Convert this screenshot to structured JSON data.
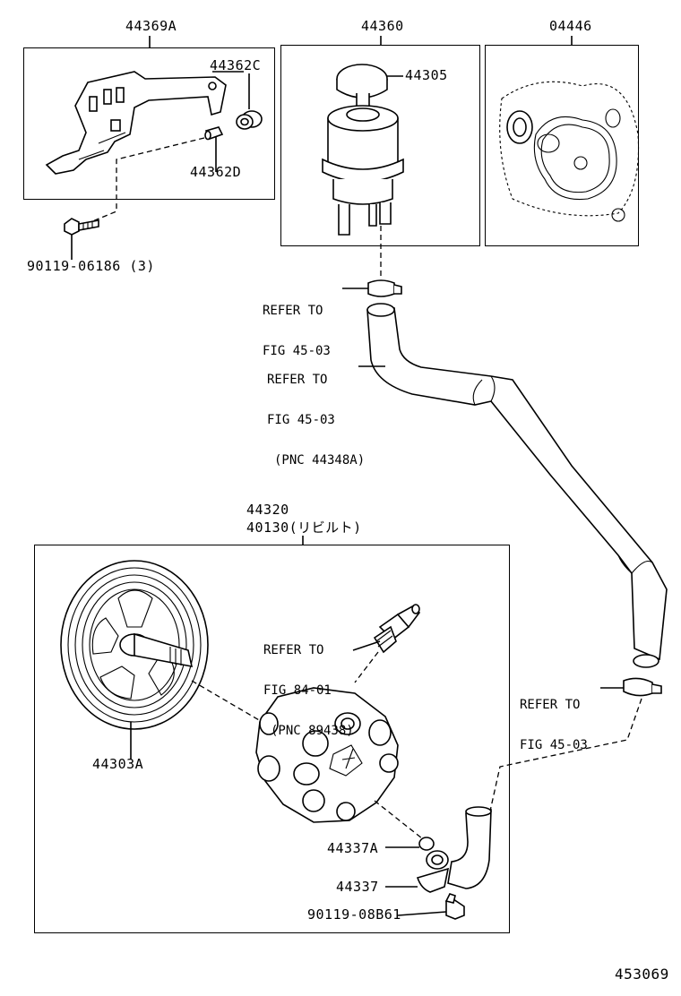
{
  "diagram": {
    "group_boxes": {
      "bracket": {
        "part_no": "44369A"
      },
      "reservoir": {
        "part_no": "44360"
      },
      "gasket_kit": {
        "part_no": "04446"
      },
      "pump": {
        "part_no": "44320",
        "part_no_2": "40130(リビルト)"
      }
    },
    "callouts": {
      "cushion": "44362C",
      "collar": "44362D",
      "bolt_bracket": "90119-06186 (3)",
      "reservoir_cap": "44305",
      "pulley": "44303A",
      "oring": "44337A",
      "union": "44337",
      "bolt_union": "90119-08B61"
    },
    "refs": {
      "clamp_top": [
        "REFER TO",
        "FIG 45-03"
      ],
      "hose": [
        "REFER TO",
        "FIG 45-03",
        "(PNC 44348A)"
      ],
      "switch": [
        "REFER TO",
        "FIG 84-01",
        "(PNC 89438)"
      ],
      "clamp_bottom": [
        "REFER TO",
        "FIG 45-03"
      ]
    },
    "figure_number": "453069"
  }
}
